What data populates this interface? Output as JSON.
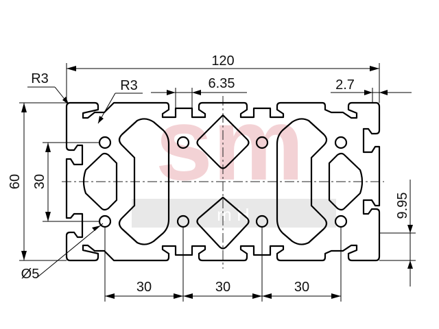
{
  "drawing": {
    "overall_width": "120",
    "overall_height": "60",
    "inner_height": "30",
    "slot_width": "6.35",
    "wall_thickness": "2.7",
    "corner_radius_outer": "R3",
    "corner_radius_inner": "R3",
    "hole_diameter": "Ø5",
    "slot_depth": "9.95",
    "pitch_1": "30",
    "pitch_2": "30",
    "pitch_3": "30"
  },
  "watermark": {
    "logo_text": "sm",
    "sub_text": "m   H",
    "color": "#e2a0a6"
  }
}
